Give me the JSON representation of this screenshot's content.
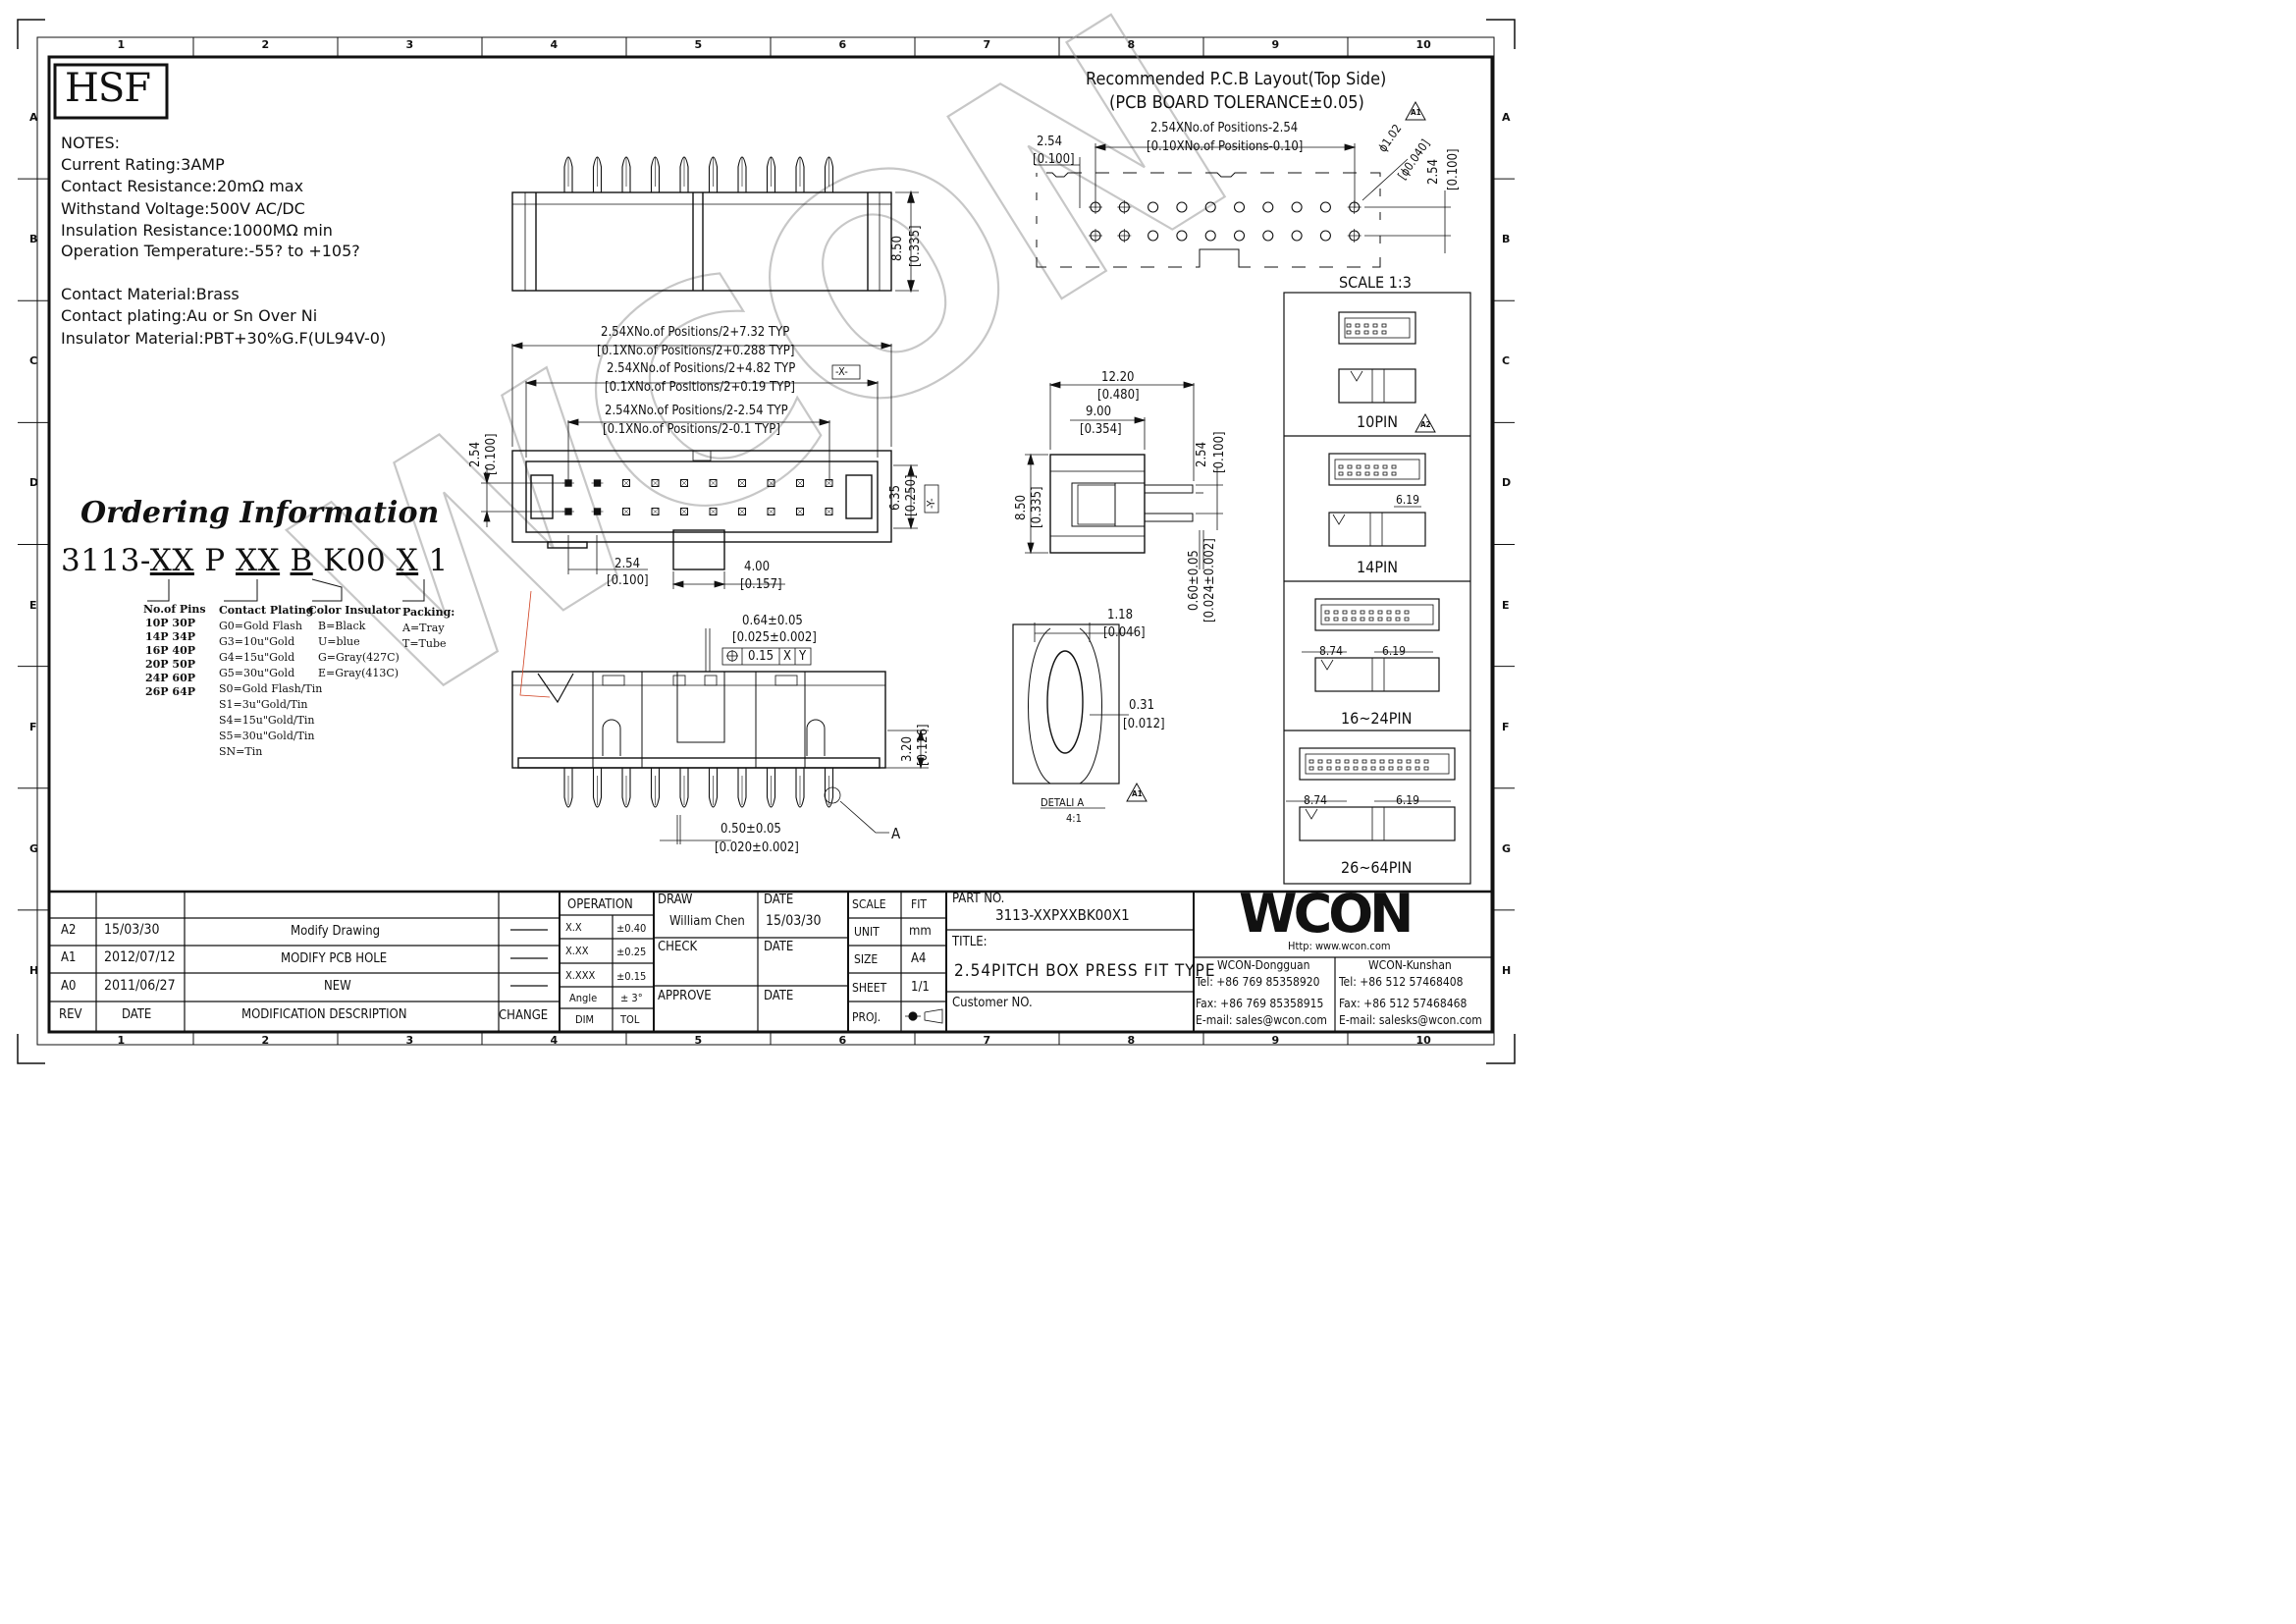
{
  "frame": {
    "col_numbers": [
      "1",
      "2",
      "3",
      "4",
      "5",
      "6",
      "7",
      "8",
      "9",
      "10"
    ],
    "row_letters": [
      "A",
      "B",
      "C",
      "D",
      "E",
      "F",
      "G",
      "H"
    ]
  },
  "logo": {
    "text": "HSF"
  },
  "notes": {
    "header": "NOTES:",
    "lines": [
      "Current Rating:3AMP",
      "Contact Resistance:20mΩ   max",
      "Withstand Voltage:500V AC/DC",
      "Insulation Resistance:1000MΩ min",
      "Operation Temperature:-55? to +105?",
      "Contact Material:Brass",
      "Contact plating:Au or Sn Over Ni",
      "Insulator Material:PBT+30%G.F(UL94V-0)"
    ]
  },
  "ordering": {
    "title": "Ordering Information",
    "code": {
      "prefix": "3113-",
      "p1": "XX",
      "p": "P",
      "p2": "XX",
      "p3": "B",
      "mid": "K00",
      "p4": "X",
      "suffix": "1"
    },
    "pins": {
      "label": "No.of Pins",
      "lines": [
        "10P  30P",
        "14P  34P",
        "16P  40P",
        "20P  50P",
        "24P  60P",
        "26P  64P"
      ]
    },
    "plating": {
      "label": "Contact Plating",
      "lines": [
        "G0=Gold Flash",
        "G3=10u\"Gold",
        "G4=15u\"Gold",
        "G5=30u\"Gold",
        "S0=Gold Flash/Tin",
        "S1=3u\"Gold/Tin",
        "S4=15u\"Gold/Tin",
        "S5=30u\"Gold/Tin",
        "SN=Tin"
      ]
    },
    "color": {
      "label": "Color Insulator",
      "lines": [
        "B=Black",
        "U=blue",
        "G=Gray(427C)",
        "E=Gray(413C)"
      ]
    },
    "packing": {
      "label": "Packing:",
      "lines": [
        "A=Tray",
        "T=Tube"
      ]
    }
  },
  "pcb": {
    "title1": "Recommended P.C.B Layout(Top Side)",
    "title2": "(PCB BOARD TOLERANCE±0.05)",
    "dim_a": "2.54",
    "dim_a_in": "[0.100]",
    "dim_b": "2.54XNo.of Positions-2.54",
    "dim_b_in": "[0.10XNo.of Positions-0.10]",
    "dim_hole": "ϕ1.02",
    "dim_hole_in": "[ϕ0.040]",
    "dim_c": "2.54",
    "dim_c_in": "[0.100]",
    "rev_mark": "A1"
  },
  "side_view": {
    "h": "8.50",
    "h_in": "[0.335]"
  },
  "top_view": {
    "d1": "2.54XNo.of Positions/2+7.32 TYP",
    "d1_in": "[0.1XNo.of Positions/2+0.288 TYP]",
    "d2": "2.54XNo.of Positions/2+4.82 TYP",
    "d2_in": "[0.1XNo.of Positions/2+0.19 TYP]",
    "d3": "2.54XNo.of Positions/2-2.54 TYP",
    "d3_in": "[0.1XNo.of Positions/2-0.1 TYP]",
    "datum_x": "-X-",
    "datum_y": "-Y-",
    "left": "2.54",
    "left_in": "[0.100]",
    "right": "6.35",
    "right_in": "[0.250]",
    "pitch": "2.54",
    "pitch_in": "[0.100]",
    "key": "4.00",
    "key_in": "[0.157]"
  },
  "end_view": {
    "w1": "12.20",
    "w1_in": "[0.480]",
    "w2": "9.00",
    "w2_in": "[0.354]",
    "h": "8.50",
    "h_in": "[0.335]",
    "p": "2.54",
    "p_in": "[0.100]",
    "pin": "0.60±0.05",
    "pin_in": "[0.024±0.002]"
  },
  "front_view": {
    "w": "0.64±0.05",
    "w_in": "[0.025±0.002]",
    "tol": "0.15",
    "ref_x": "X",
    "ref_y": "Y",
    "h": "3.20",
    "h_in": "[0.126]",
    "tail": "0.50±0.05",
    "tail_in": "[0.020±0.002]",
    "callout": "A"
  },
  "detail": {
    "w": "1.18",
    "w_in": "[0.046]",
    "t": "0.31",
    "t_in": "[0.012]",
    "label": "DETALI   A",
    "scale": "4:1",
    "rev_mark": "A1"
  },
  "scale_panel": {
    "title": "SCALE 1:3",
    "items": [
      {
        "label": "10PIN",
        "rev": "A2"
      },
      {
        "label": "14PIN",
        "dim_r": "6.19"
      },
      {
        "label": "16~24PIN",
        "dim_l": "8.74",
        "dim_r": "6.19"
      },
      {
        "label": "26~64PIN",
        "dim_l": "8.74",
        "dim_r": "6.19"
      }
    ]
  },
  "watermark": "WCON",
  "title_block": {
    "rev_header": "REV",
    "date_header": "DATE",
    "desc_header": "MODIFICATION DESCRIPTION",
    "change_header": "CHANGE",
    "revisions": [
      {
        "rev": "A2",
        "date": "15/03/30",
        "desc": "Modify Drawing"
      },
      {
        "rev": "A1",
        "date": "2012/07/12",
        "desc": "MODIFY PCB HOLE"
      },
      {
        "rev": "A0",
        "date": "2011/06/27",
        "desc": "NEW"
      }
    ],
    "operation": "OPERATION",
    "tol_rows": [
      {
        "k": "X.X",
        "v": "±0.40"
      },
      {
        "k": "X.XX",
        "v": "±0.25"
      },
      {
        "k": "X.XXX",
        "v": "±0.15"
      },
      {
        "k": "Angle",
        "v": "± 3°"
      }
    ],
    "dim": "DIM",
    "tol": "TOL",
    "draw": "DRAW",
    "draw_name": "William Chen",
    "check": "CHECK",
    "approve": "APPROVE",
    "date": "DATE",
    "date_val": "15/03/30",
    "scale": "SCALE",
    "fit": "FIT",
    "unit": "UNIT",
    "unit_val": "mm",
    "size": "SIZE",
    "size_val": "A4",
    "sheet": "SHEET",
    "sheet_val": "1/1",
    "proj": "PROJ.",
    "part_no_label": "PART NO.",
    "part_no": "3113-XXPXXBK00X1",
    "title_label": "TITLE:",
    "title": "2.54PITCH BOX PRESS FIT TYPE",
    "customer_label": "Customer NO."
  },
  "company": {
    "logo": "WCON",
    "url": "Http: www.wcon.com",
    "dg": {
      "name": "WCON-Dongguan",
      "tel": "Tel: +86 769 85358920",
      "fax": "Fax: +86 769 85358915",
      "email": "E-mail: sales@wcon.com"
    },
    "ks": {
      "name": "WCON-Kunshan",
      "tel": "Tel: +86 512 57468408",
      "fax": "Fax: +86 512 57468468",
      "email": "E-mail: salesks@wcon.com"
    }
  }
}
